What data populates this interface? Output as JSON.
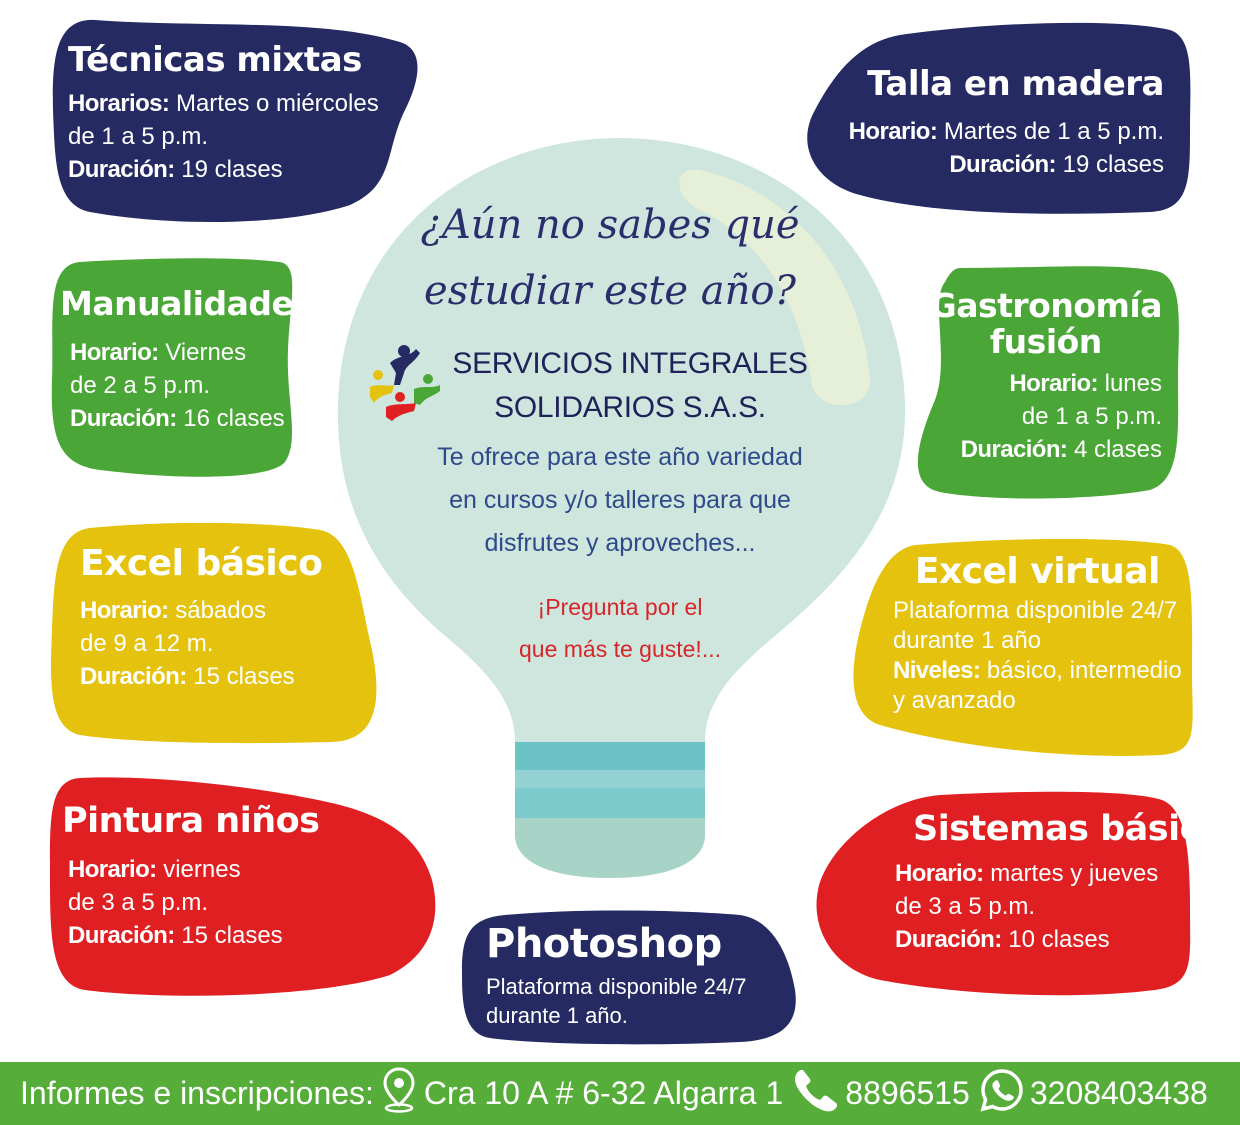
{
  "headline": {
    "line1": "¿Aún no sabes qué",
    "line2": "estudiar este año?"
  },
  "company": {
    "line1": "SERVICIOS INTEGRALES",
    "line2": "SOLIDARIOS S.A.S."
  },
  "offer": {
    "line1": "Te ofrece para este año variedad",
    "line2": "en cursos y/o talleres para que",
    "line3": "disfrutes y aproveches..."
  },
  "ask": {
    "line1": "¡Pregunta por el",
    "line2": "que más te guste!..."
  },
  "courses": {
    "tecnicas": {
      "title": "Técnicas mixtas",
      "l1_label": "Horarios:",
      "l1_value": " Martes o miércoles",
      "l2": "de 1 a 5 p.m.",
      "l3_label": "Duración:",
      "l3_value": " 19 clases"
    },
    "talla": {
      "title": "Talla en madera",
      "l1_label": "Horario:",
      "l1_value": " Martes de 1 a 5 p.m.",
      "l2_label": "Duración:",
      "l2_value": " 19 clases"
    },
    "manualidades": {
      "title": "Manualidades",
      "l1_label": "Horario:",
      "l1_value": " Viernes",
      "l2": "de 2 a 5 p.m.",
      "l3_label": "Duración:",
      "l3_value": " 16 clases"
    },
    "gastronomia": {
      "title1": "Gastronomía",
      "title2": "fusión",
      "l1_label": "Horario:",
      "l1_value": " lunes",
      "l2": "de 1 a 5 p.m.",
      "l3_label": "Duración:",
      "l3_value": " 4 clases"
    },
    "excel_basico": {
      "title": "Excel básico",
      "l1_label": "Horario:",
      "l1_value": " sábados",
      "l2": "de 9 a 12 m.",
      "l3_label": "Duración:",
      "l3_value": " 15 clases"
    },
    "excel_virtual": {
      "title": "Excel virtual",
      "l1": "Plataforma disponible 24/7",
      "l2": "durante 1 año",
      "l3_label": "Niveles:",
      "l3_value": " básico, intermedio",
      "l4": "y avanzado"
    },
    "pintura": {
      "title": "Pintura niños",
      "l1_label": "Horario:",
      "l1_value": " viernes",
      "l2": "de 3 a 5 p.m.",
      "l3_label": "Duración:",
      "l3_value": " 15 clases"
    },
    "sistemas": {
      "title": "Sistemas básico",
      "l1_label": "Horario:",
      "l1_value": " martes y jueves",
      "l2": "de 3 a 5 p.m.",
      "l3_label": "Duración:",
      "l3_value": " 10 clases"
    },
    "photoshop": {
      "title": "Photoshop",
      "l1": "Plataforma disponible 24/7",
      "l2": "durante 1 año."
    }
  },
  "footer": {
    "label": "Informes e inscripciones:",
    "address": "Cra 10 A # 6-32 Algarra 1",
    "phone": "8896515",
    "whatsapp": "3208403438",
    "icons": [
      "location-pin-icon",
      "phone-icon",
      "whatsapp-icon"
    ]
  },
  "colors": {
    "navy": "#252a62",
    "green": "#4aa637",
    "yellow": "#e5c20d",
    "red": "#e01f22",
    "bulb": "#cfe6de",
    "footer": "#56ad3a"
  }
}
